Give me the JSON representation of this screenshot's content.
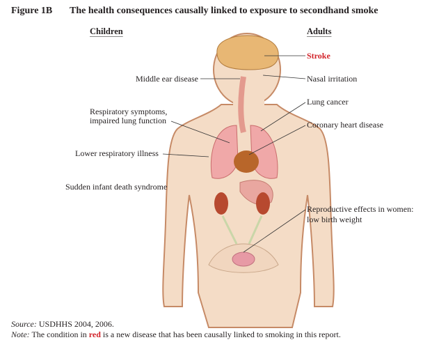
{
  "figure": {
    "number": "Figure 1B",
    "title": "The health consequences causally linked to exposure to secondhand smoke"
  },
  "columns": {
    "children": "Children",
    "adults": "Adults"
  },
  "children_labels": [
    "Middle ear disease",
    "Respiratory symptoms,",
    "impaired lung function",
    "Lower respiratory illness",
    "Sudden infant death syndrome"
  ],
  "adult_labels": [
    "Stroke",
    "Nasal irritation",
    "Lung cancer",
    "Coronary heart disease",
    "Reproductive effects in women:",
    "low birth weight"
  ],
  "colors": {
    "new_disease": "#d2232a",
    "skin": "#f4dcc6",
    "outline": "#c68a66"
  },
  "footer": {
    "source_label": "Source:",
    "source_text": "USDHHS 2004, 2006.",
    "note_label": "Note:",
    "note_pre": "The condition in",
    "note_red": "red",
    "note_post": "is a new disease that has been causally linked to smoking in this report."
  }
}
